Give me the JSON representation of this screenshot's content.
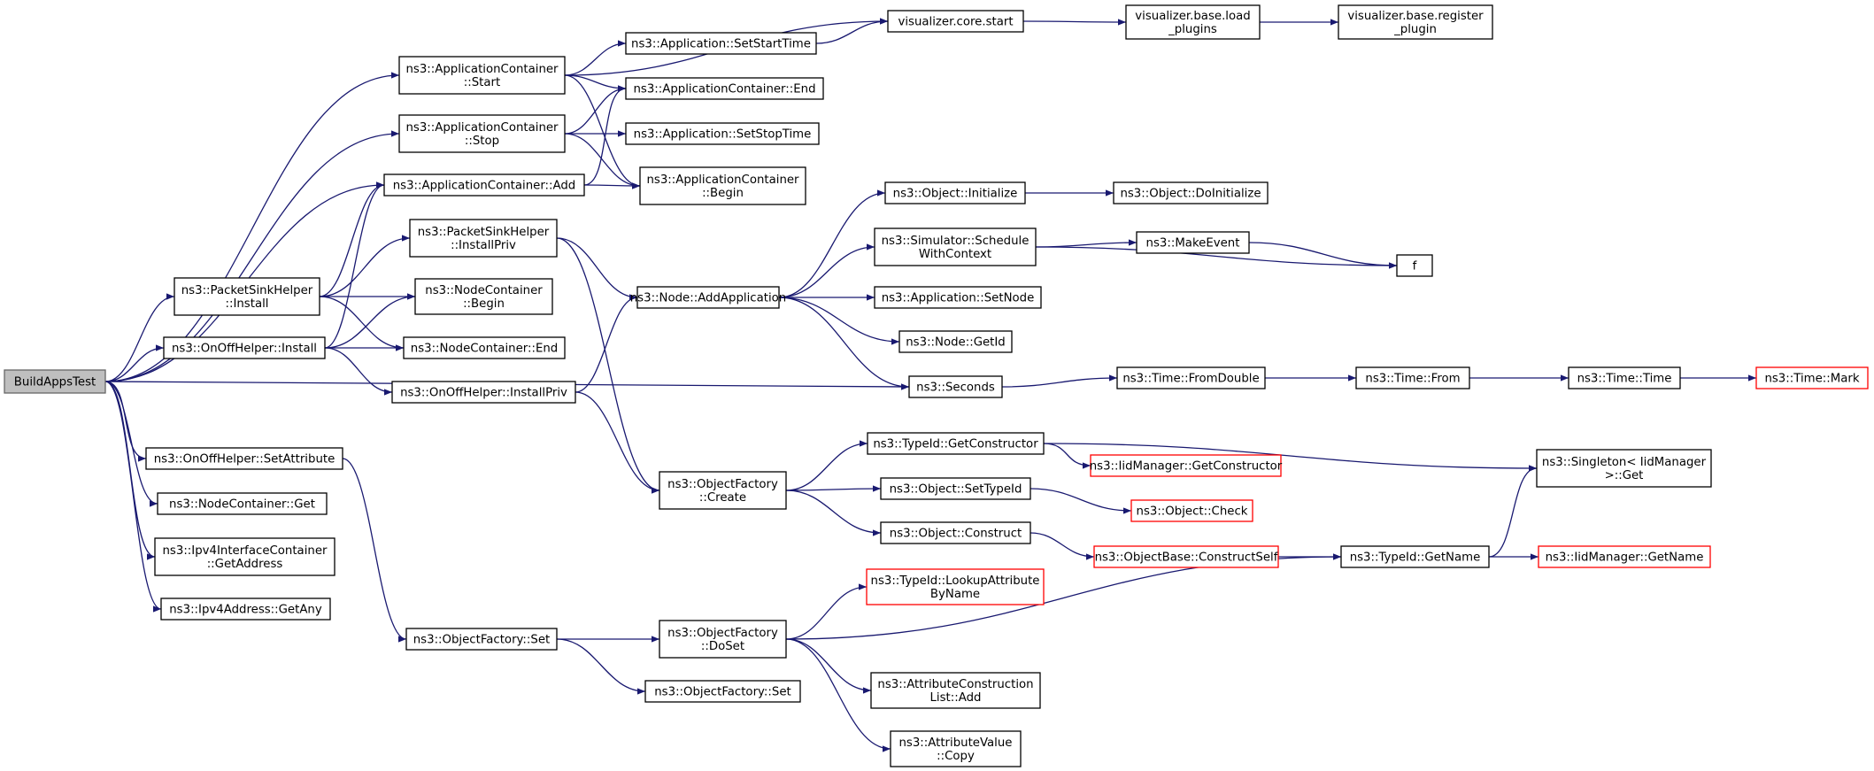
{
  "diagram": {
    "title": "",
    "colors": {
      "edge": "#191970",
      "root_fill": "#bfbfbf",
      "truncated_border": "#ff0000"
    },
    "nodes": [
      {
        "id": "n0",
        "lines": [
          "BuildAppsTest"
        ],
        "kind": "root"
      },
      {
        "id": "n1",
        "lines": [
          "ns3::ApplicationContainer",
          "::Start"
        ]
      },
      {
        "id": "n2",
        "lines": [
          "ns3::ApplicationContainer",
          "::Stop"
        ]
      },
      {
        "id": "n3",
        "lines": [
          "ns3::ApplicationContainer::Add"
        ]
      },
      {
        "id": "n4",
        "lines": [
          "ns3::PacketSinkHelper",
          "::Install"
        ]
      },
      {
        "id": "n5",
        "lines": [
          "ns3::OnOffHelper::Install"
        ]
      },
      {
        "id": "n6",
        "lines": [
          "ns3::OnOffHelper::SetAttribute"
        ]
      },
      {
        "id": "n7",
        "lines": [
          "ns3::NodeContainer::Get"
        ]
      },
      {
        "id": "n8",
        "lines": [
          "ns3::Ipv4InterfaceContainer",
          "::GetAddress"
        ]
      },
      {
        "id": "n9",
        "lines": [
          "ns3::Ipv4Address::GetAny"
        ]
      },
      {
        "id": "n10",
        "lines": [
          "ns3::PacketSinkHelper",
          "::InstallPriv"
        ]
      },
      {
        "id": "n11",
        "lines": [
          "ns3::NodeContainer",
          "::Begin"
        ]
      },
      {
        "id": "n12",
        "lines": [
          "ns3::NodeContainer::End"
        ]
      },
      {
        "id": "n13",
        "lines": [
          "ns3::OnOffHelper::InstallPriv"
        ]
      },
      {
        "id": "n14",
        "lines": [
          "ns3::ObjectFactory::Set"
        ]
      },
      {
        "id": "n15",
        "lines": [
          "ns3::Application::SetStartTime"
        ]
      },
      {
        "id": "n16",
        "lines": [
          "ns3::ApplicationContainer::End"
        ]
      },
      {
        "id": "n17",
        "lines": [
          "ns3::Application::SetStopTime"
        ]
      },
      {
        "id": "n18",
        "lines": [
          "ns3::ApplicationContainer",
          "::Begin"
        ]
      },
      {
        "id": "n19",
        "lines": [
          "ns3::Node::AddApplication"
        ]
      },
      {
        "id": "n20",
        "lines": [
          "ns3::ObjectFactory",
          "::Create"
        ]
      },
      {
        "id": "n21",
        "lines": [
          "ns3::ObjectFactory",
          "::DoSet"
        ]
      },
      {
        "id": "n22",
        "lines": [
          "ns3::ObjectFactory::Set"
        ]
      },
      {
        "id": "n23",
        "lines": [
          "visualizer.core.start"
        ]
      },
      {
        "id": "n24",
        "lines": [
          "ns3::Object::Initialize"
        ]
      },
      {
        "id": "n25",
        "lines": [
          "ns3::Simulator::Schedule",
          "WithContext"
        ]
      },
      {
        "id": "n26",
        "lines": [
          "ns3::Application::SetNode"
        ]
      },
      {
        "id": "n27",
        "lines": [
          "ns3::Node::GetId"
        ]
      },
      {
        "id": "n28",
        "lines": [
          "ns3::Seconds"
        ]
      },
      {
        "id": "n29",
        "lines": [
          "ns3::TypeId::GetConstructor"
        ]
      },
      {
        "id": "n30",
        "lines": [
          "ns3::Object::SetTypeId"
        ]
      },
      {
        "id": "n31",
        "lines": [
          "ns3::Object::Construct"
        ]
      },
      {
        "id": "n32",
        "lines": [
          "ns3::TypeId::LookupAttribute",
          "ByName"
        ],
        "kind": "truncated"
      },
      {
        "id": "n33",
        "lines": [
          "ns3::AttributeConstruction",
          "List::Add"
        ]
      },
      {
        "id": "n34",
        "lines": [
          "ns3::AttributeValue",
          "::Copy"
        ]
      },
      {
        "id": "n35",
        "lines": [
          "visualizer.base.load",
          "_plugins"
        ]
      },
      {
        "id": "n36",
        "lines": [
          "ns3::Object::DoInitialize"
        ]
      },
      {
        "id": "n37",
        "lines": [
          "ns3::MakeEvent"
        ]
      },
      {
        "id": "n38",
        "lines": [
          "ns3::Time::FromDouble"
        ]
      },
      {
        "id": "n39",
        "lines": [
          "ns3::IidManager::GetConstructor"
        ],
        "kind": "truncated"
      },
      {
        "id": "n40",
        "lines": [
          "ns3::Object::Check"
        ],
        "kind": "truncated"
      },
      {
        "id": "n41",
        "lines": [
          "ns3::ObjectBase::ConstructSelf"
        ],
        "kind": "truncated"
      },
      {
        "id": "n42",
        "lines": [
          "visualizer.base.register",
          "_plugin"
        ]
      },
      {
        "id": "n43",
        "lines": [
          "f"
        ]
      },
      {
        "id": "n44",
        "lines": [
          "ns3::Time::From"
        ]
      },
      {
        "id": "n45",
        "lines": [
          "ns3::Singleton< IidManager",
          ">::Get"
        ]
      },
      {
        "id": "n46",
        "lines": [
          "ns3::TypeId::GetName"
        ]
      },
      {
        "id": "n47",
        "lines": [
          "ns3::Time::Time"
        ]
      },
      {
        "id": "n48",
        "lines": [
          "ns3::IidManager::GetName"
        ],
        "kind": "truncated"
      },
      {
        "id": "n49",
        "lines": [
          "ns3::Time::Mark"
        ],
        "kind": "truncated"
      }
    ],
    "edges": [
      [
        "n0",
        "n1"
      ],
      [
        "n0",
        "n2"
      ],
      [
        "n0",
        "n3"
      ],
      [
        "n0",
        "n4"
      ],
      [
        "n0",
        "n5"
      ],
      [
        "n0",
        "n6"
      ],
      [
        "n0",
        "n7"
      ],
      [
        "n0",
        "n8"
      ],
      [
        "n0",
        "n9"
      ],
      [
        "n0",
        "n28"
      ],
      [
        "n1",
        "n15"
      ],
      [
        "n1",
        "n23"
      ],
      [
        "n1",
        "n16"
      ],
      [
        "n1",
        "n18"
      ],
      [
        "n2",
        "n17"
      ],
      [
        "n2",
        "n16"
      ],
      [
        "n2",
        "n18"
      ],
      [
        "n3",
        "n16"
      ],
      [
        "n3",
        "n18"
      ],
      [
        "n4",
        "n3"
      ],
      [
        "n4",
        "n10"
      ],
      [
        "n4",
        "n11"
      ],
      [
        "n4",
        "n12"
      ],
      [
        "n5",
        "n3"
      ],
      [
        "n5",
        "n11"
      ],
      [
        "n5",
        "n12"
      ],
      [
        "n5",
        "n13"
      ],
      [
        "n6",
        "n14"
      ],
      [
        "n10",
        "n19"
      ],
      [
        "n10",
        "n20"
      ],
      [
        "n13",
        "n19"
      ],
      [
        "n13",
        "n20"
      ],
      [
        "n14",
        "n21"
      ],
      [
        "n14",
        "n22"
      ],
      [
        "n15",
        "n23"
      ],
      [
        "n19",
        "n24"
      ],
      [
        "n19",
        "n25"
      ],
      [
        "n19",
        "n26"
      ],
      [
        "n19",
        "n27"
      ],
      [
        "n19",
        "n28"
      ],
      [
        "n20",
        "n29"
      ],
      [
        "n20",
        "n30"
      ],
      [
        "n20",
        "n31"
      ],
      [
        "n21",
        "n32"
      ],
      [
        "n21",
        "n46"
      ],
      [
        "n21",
        "n33"
      ],
      [
        "n21",
        "n34"
      ],
      [
        "n23",
        "n35"
      ],
      [
        "n35",
        "n42"
      ],
      [
        "n24",
        "n36"
      ],
      [
        "n25",
        "n37"
      ],
      [
        "n25",
        "n43"
      ],
      [
        "n37",
        "n43"
      ],
      [
        "n28",
        "n38"
      ],
      [
        "n38",
        "n44"
      ],
      [
        "n44",
        "n47"
      ],
      [
        "n47",
        "n49"
      ],
      [
        "n29",
        "n39"
      ],
      [
        "n29",
        "n45"
      ],
      [
        "n30",
        "n40"
      ],
      [
        "n31",
        "n41"
      ],
      [
        "n41",
        "n46"
      ],
      [
        "n46",
        "n45"
      ],
      [
        "n46",
        "n48"
      ]
    ]
  }
}
